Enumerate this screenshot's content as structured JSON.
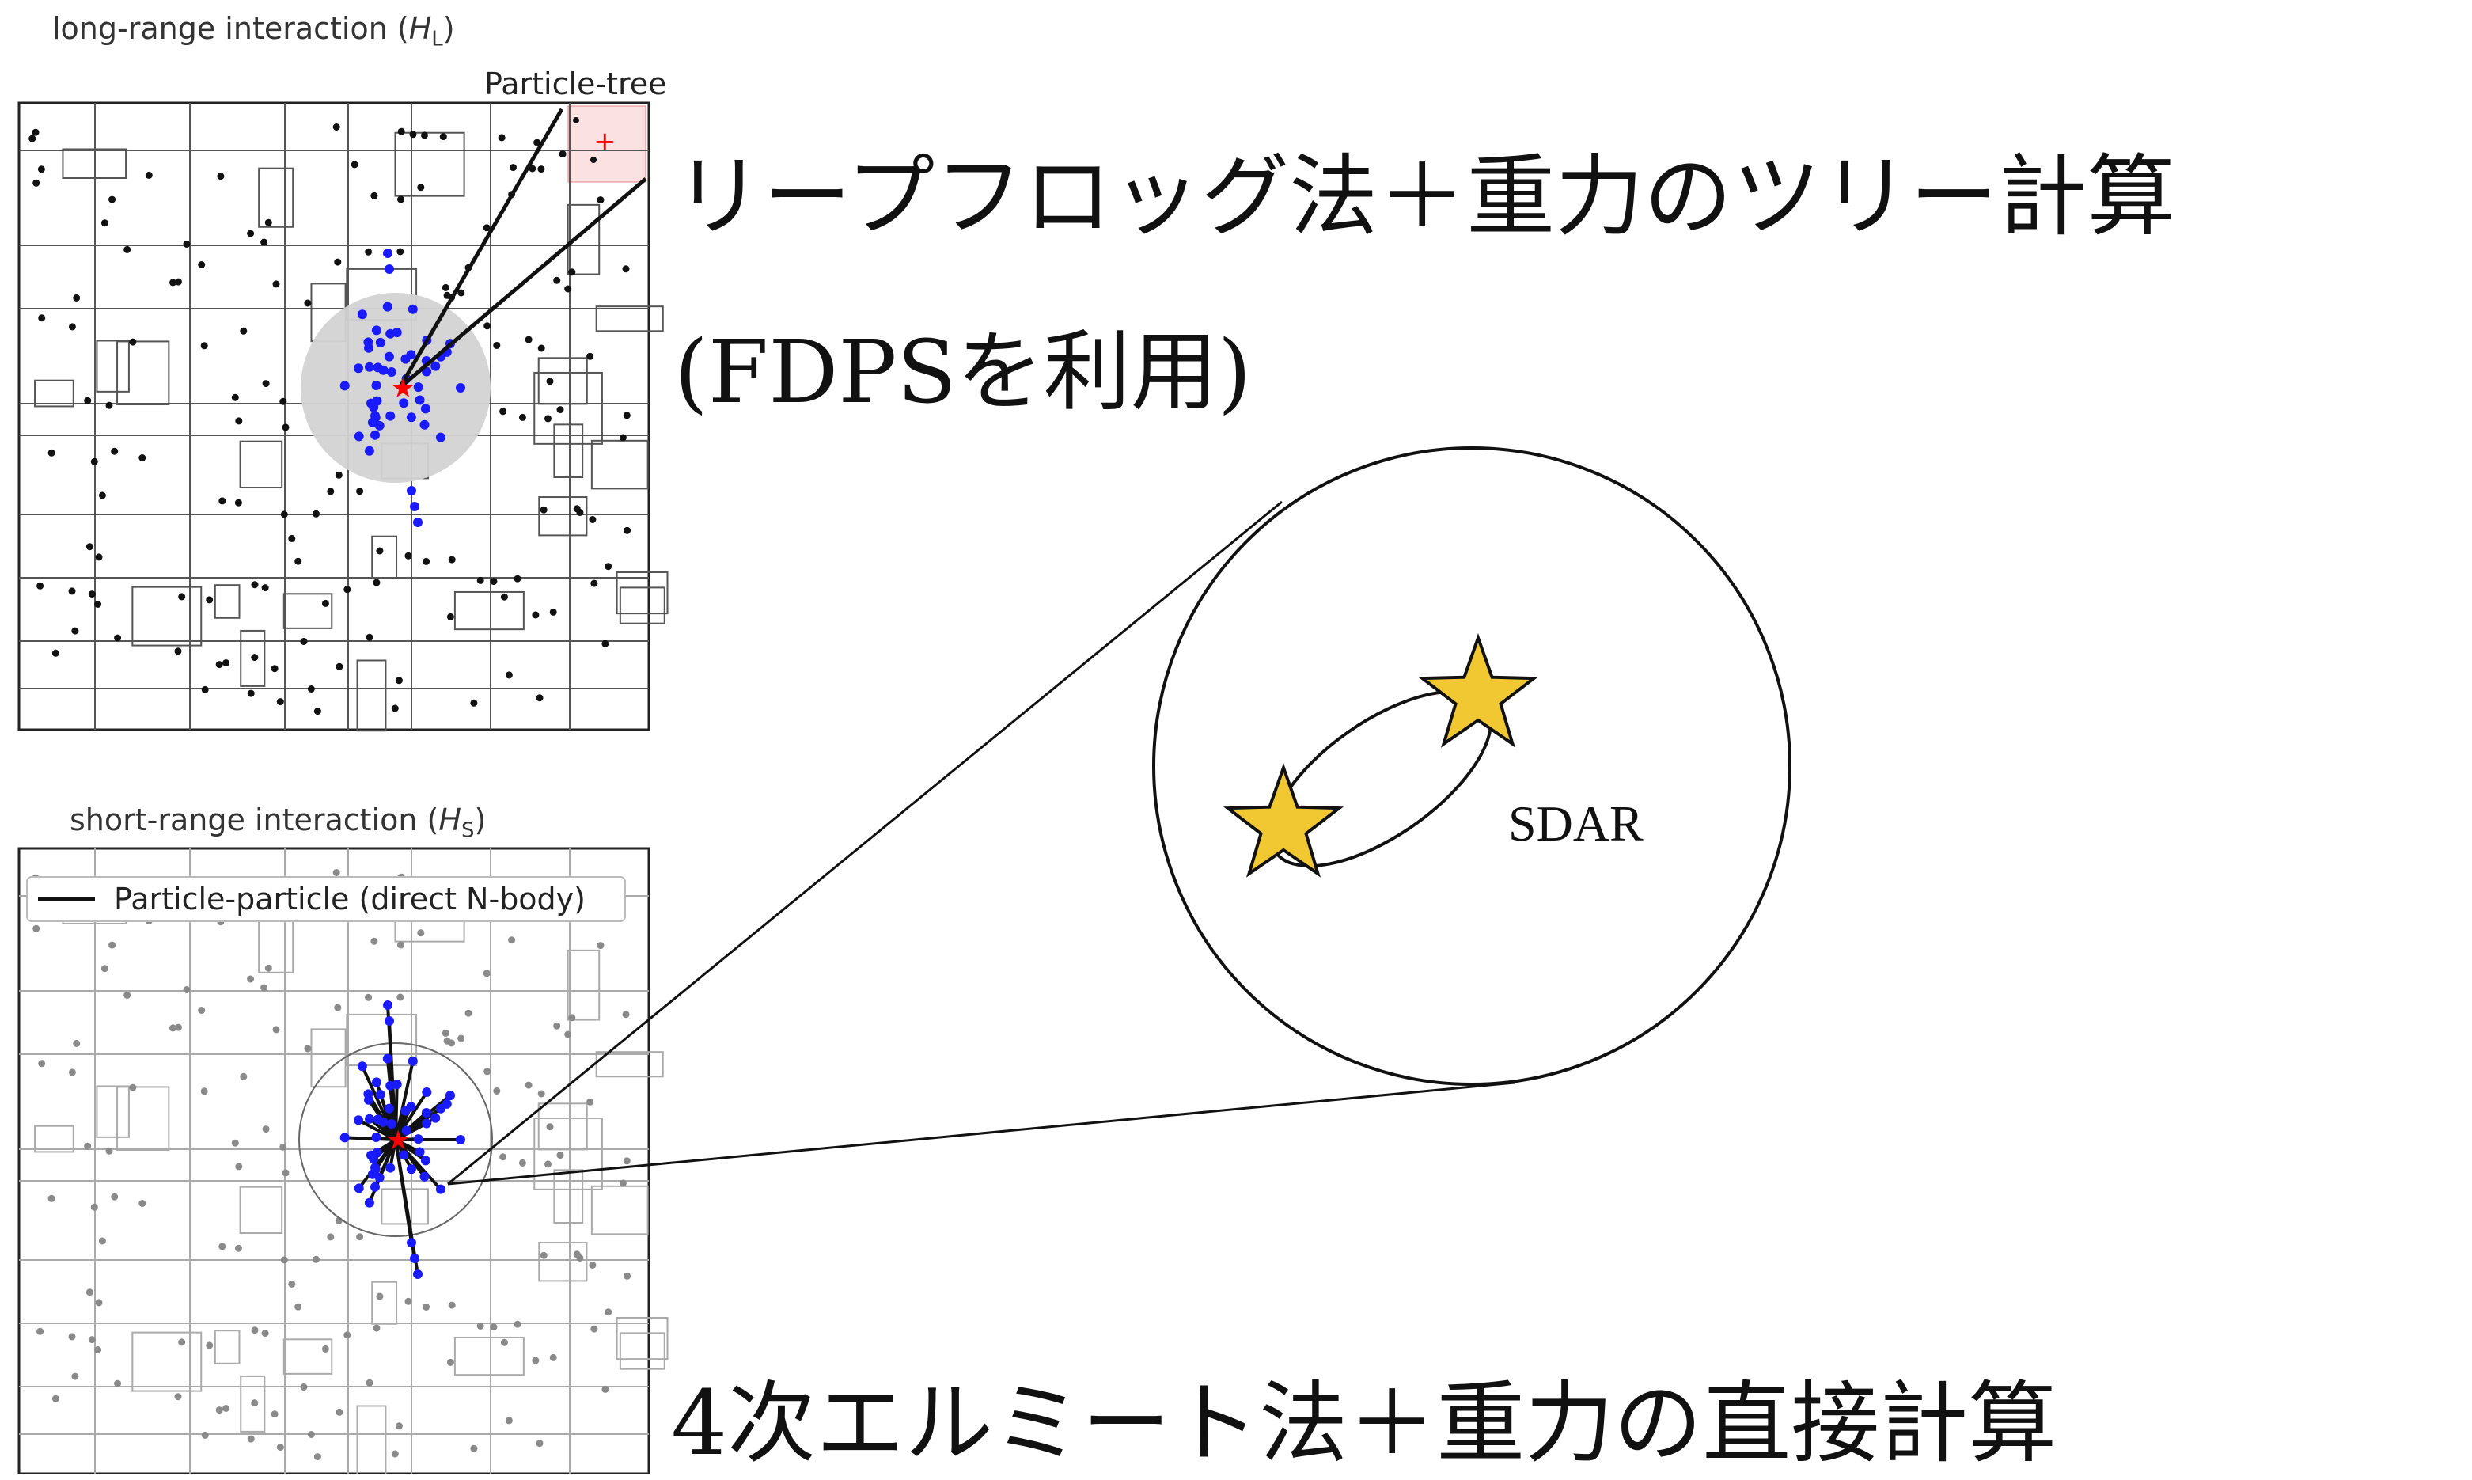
{
  "top_panel": {
    "title": "long-range interaction (H_L)",
    "title_main": "long-range interaction (",
    "title_var": "H",
    "title_sub": "L",
    "title_end": ")",
    "annotation": "Particle-tree"
  },
  "bottom_panel": {
    "title_main": "short-range interaction (",
    "title_var": "H",
    "title_sub": "S",
    "title_end": ")",
    "legend_label": "Particle-particle (direct N-body)"
  },
  "headline_top_line1": "リープフロッグ法＋重力のツリー計算",
  "headline_top_line2": "(FDPSを利用)",
  "headline_bottom": "4次エルミート法＋重力の直接計算",
  "zoom_label": "SDAR",
  "colors": {
    "near_particles": "#1a1aff",
    "target_particle": "#ff0000",
    "star_fill": "#f2c832",
    "star_stroke": "#111111",
    "influence_region": "#d3d3d3",
    "tree_cell_highlight": "#fbe1e1"
  }
}
